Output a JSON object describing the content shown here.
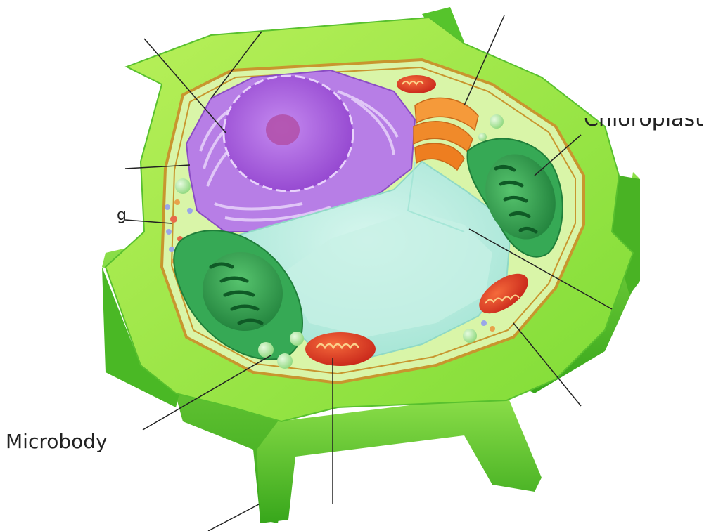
{
  "labels": {
    "microbody": "Microbody",
    "chloroplast": "Chloroplast",
    "left_partial": "g"
  },
  "colors": {
    "cell_wall": "#6fd33a",
    "cell_wall_dark": "#3fa21c",
    "cytoplasm": "#d9f5a8",
    "membrane": "#c8962e",
    "nucleus": "#a44fd6",
    "er": "#b77ee6",
    "golgi": "#f08a2a",
    "chloroplast": "#2f9a4c",
    "vacuole": "#bfeee0",
    "mitochondrion": "#dd3b22",
    "leader_line": "#222222"
  }
}
